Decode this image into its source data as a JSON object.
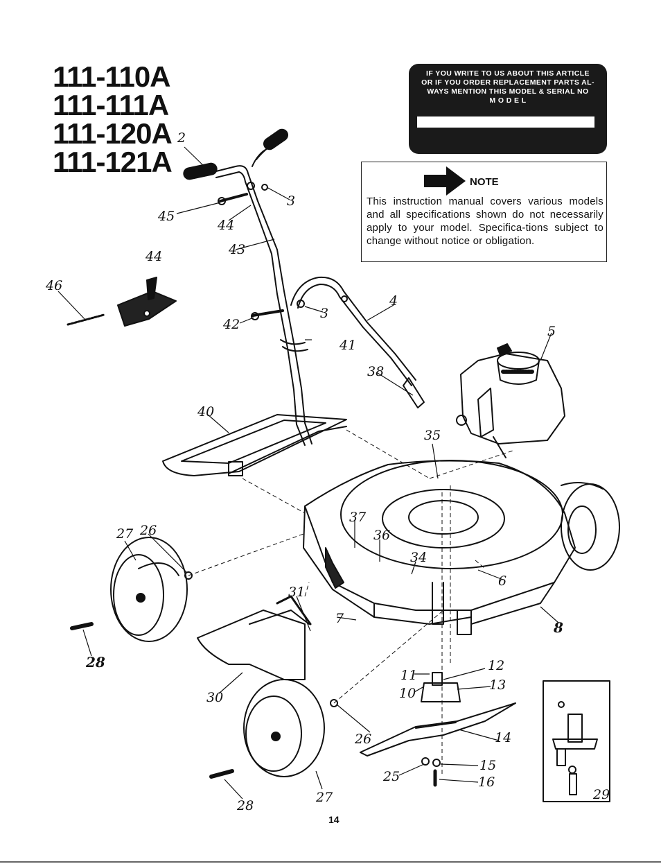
{
  "models": [
    "111-110A",
    "111-111A",
    "111-120A",
    "111-121A"
  ],
  "plate": {
    "lines": [
      "IF YOU WRITE TO US ABOUT THIS ARTICLE",
      "OR IF YOU ORDER REPLACEMENT PARTS AL-",
      "WAYS MENTION THIS MODEL & SERIAL NO",
      "M O D E L"
    ]
  },
  "note": {
    "label": "NOTE",
    "text": "This instruction manual covers various models and all specifications shown do not necessarily apply to your model. Specifica-tions subject to change without notice or obligation."
  },
  "callouts": [
    "2",
    "3",
    "45",
    "44",
    "43",
    "44",
    "46",
    "3",
    "4",
    "42",
    "41",
    "5",
    "38",
    "40",
    "35",
    "37",
    "27",
    "26",
    "36",
    "34",
    "6",
    "31",
    "7",
    "8",
    "28",
    "12",
    "11",
    "13",
    "10",
    "30",
    "26",
    "14",
    "29",
    "25",
    "15",
    "16",
    "28",
    "27"
  ],
  "page_number": "14"
}
